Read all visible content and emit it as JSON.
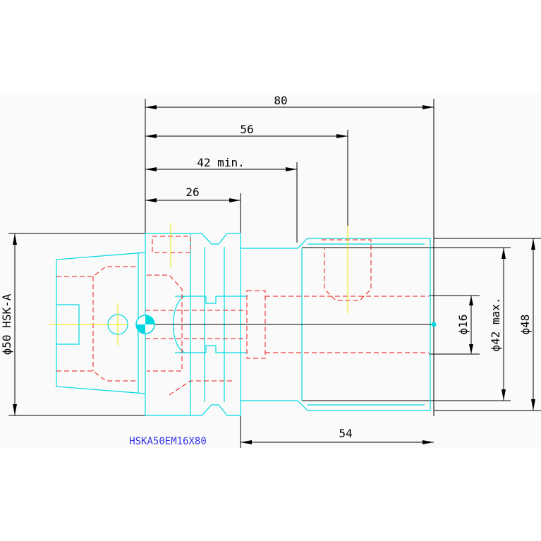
{
  "dimensions": {
    "overall_length": "80",
    "length_56": "56",
    "length_min": "42 min.",
    "length_26": "26",
    "length_54": "54",
    "diameter_hsk": "ϕ50 HSK-A",
    "diameter_16": "ϕ16",
    "diameter_42_max": "ϕ42 max.",
    "diameter_48": "ϕ48"
  },
  "part_label": "HSKA50EM16X80",
  "colors": {
    "outline": "#00d8e0",
    "hidden_lines": "#ee1111",
    "center_marks": "#e8e800",
    "label": "#3333ee",
    "dimension": "#000000"
  }
}
